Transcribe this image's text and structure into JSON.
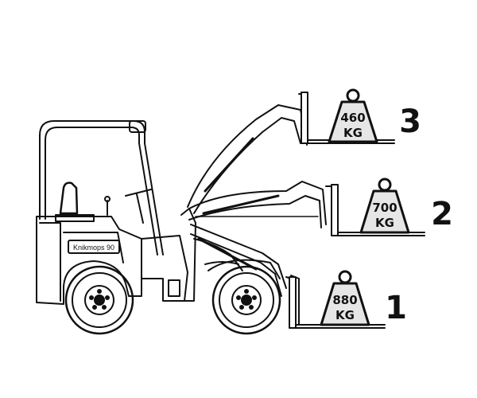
{
  "machine": {
    "brand_label": "Knikmops 90"
  },
  "positions": [
    {
      "number": "3",
      "weight_value": "460",
      "weight_unit": "KG"
    },
    {
      "number": "2",
      "weight_value": "700",
      "weight_unit": "KG"
    },
    {
      "number": "1",
      "weight_value": "880",
      "weight_unit": "KG"
    }
  ]
}
